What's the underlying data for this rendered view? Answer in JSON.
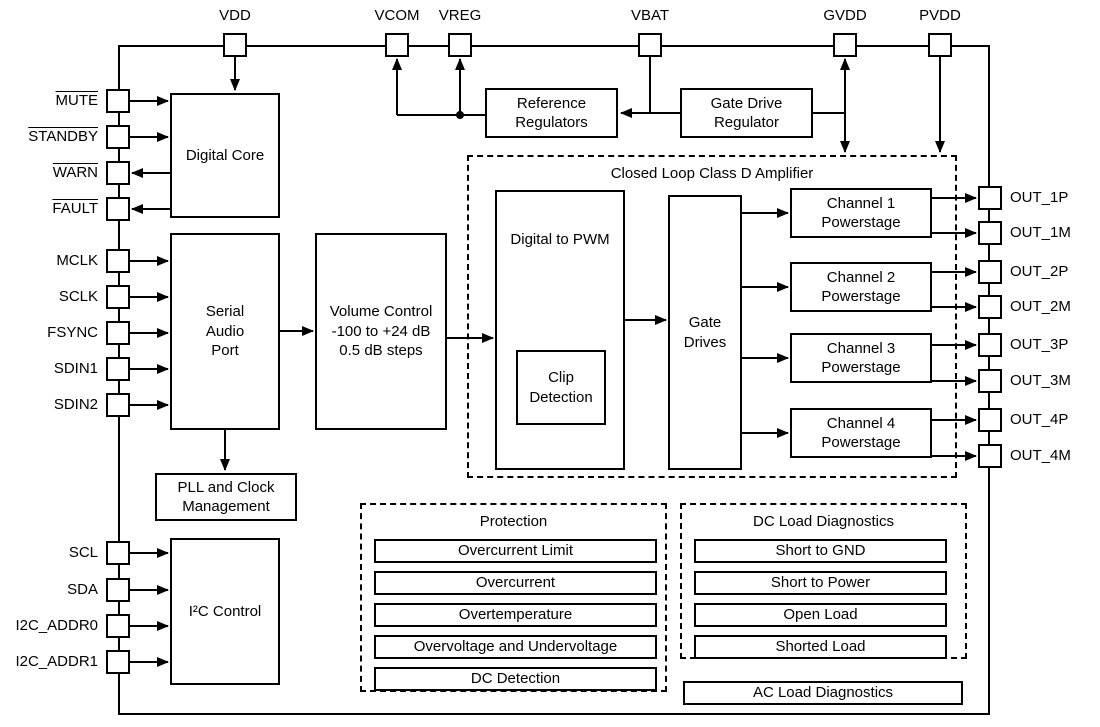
{
  "pins": {
    "top": [
      {
        "label": "VDD"
      },
      {
        "label": "VCOM"
      },
      {
        "label": "VREG"
      },
      {
        "label": "VBAT"
      },
      {
        "label": "GVDD"
      },
      {
        "label": "PVDD"
      }
    ],
    "left": [
      {
        "label": "MUTE",
        "active_low": true
      },
      {
        "label": "STANDBY",
        "active_low": true
      },
      {
        "label": "WARN",
        "active_low": true
      },
      {
        "label": "FAULT",
        "active_low": true
      },
      {
        "label": "MCLK"
      },
      {
        "label": "SCLK"
      },
      {
        "label": "FSYNC"
      },
      {
        "label": "SDIN1"
      },
      {
        "label": "SDIN2"
      },
      {
        "label": "SCL"
      },
      {
        "label": "SDA"
      },
      {
        "label": "I2C_ADDR0"
      },
      {
        "label": "I2C_ADDR1"
      }
    ],
    "right": [
      {
        "label": "OUT_1P"
      },
      {
        "label": "OUT_1M"
      },
      {
        "label": "OUT_2P"
      },
      {
        "label": "OUT_2M"
      },
      {
        "label": "OUT_3P"
      },
      {
        "label": "OUT_3M"
      },
      {
        "label": "OUT_4P"
      },
      {
        "label": "OUT_4M"
      }
    ]
  },
  "blocks": {
    "digital_core": "Digital Core",
    "reference_regulators": "Reference\nRegulators",
    "gate_drive_regulator": "Gate Drive\nRegulator",
    "serial_audio_port": "Serial\nAudio\nPort",
    "volume_control": "Volume Control\n-100 to +24 dB\n0.5 dB steps",
    "closed_loop_title": "Closed Loop Class D Amplifier",
    "digital_to_pwm": "Digital to PWM",
    "clip_detection": "Clip\nDetection",
    "gate_drives": "Gate\nDrives",
    "channel_1": "Channel 1\nPowerstage",
    "channel_2": "Channel 2\nPowerstage",
    "channel_3": "Channel 3\nPowerstage",
    "channel_4": "Channel 4\nPowerstage",
    "pll_clock": "PLL and Clock\nManagement",
    "i2c_control": "I²C Control"
  },
  "protection": {
    "title": "Protection",
    "items": [
      "Overcurrent Limit",
      "Overcurrent",
      "Overtemperature",
      "Overvoltage and Undervoltage",
      "DC Detection"
    ]
  },
  "dc_load_diagnostics": {
    "title": "DC Load Diagnostics",
    "items": [
      "Short to GND",
      "Short to Power",
      "Open Load",
      "Shorted Load"
    ]
  },
  "ac_load_diagnostics": {
    "title": "AC Load Diagnostics"
  },
  "colors": {
    "line": "#000000",
    "background": "#ffffff"
  }
}
